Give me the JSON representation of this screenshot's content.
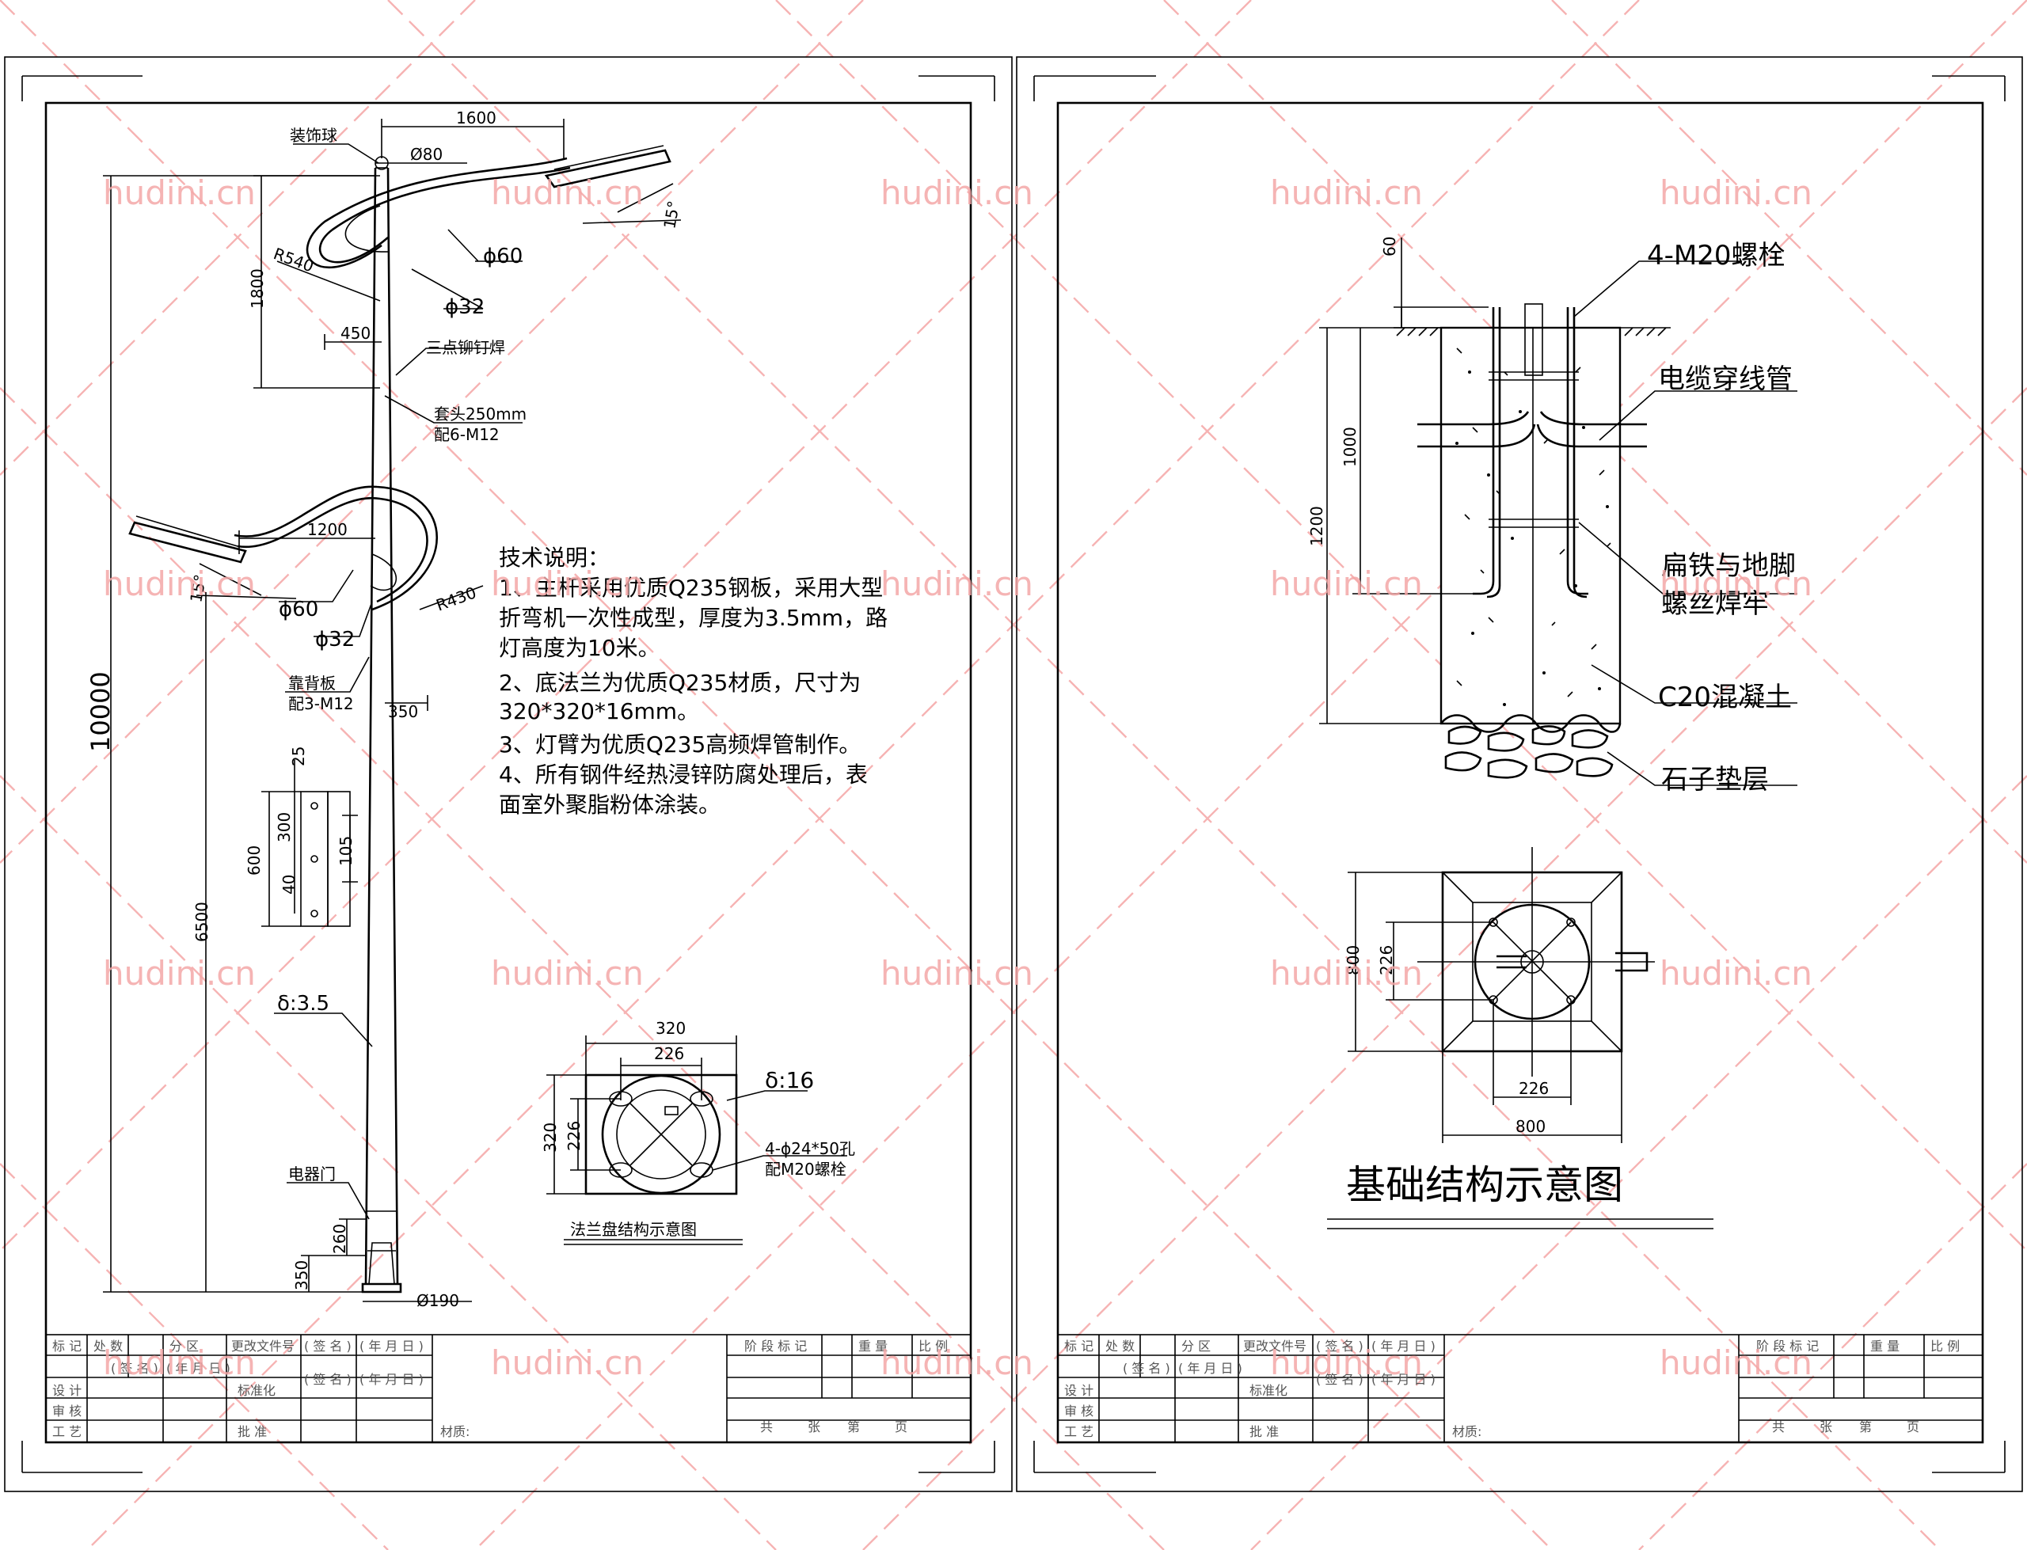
{
  "left_sheet": {
    "labels": {
      "decor_ball": "装饰球",
      "dim_1600": "1600",
      "d80": "Ø80",
      "angle_15_top": "15°",
      "phi60_top": "ϕ60",
      "phi32_top": "ϕ32",
      "r540": "R540",
      "dim_1800": "1800",
      "dim_450": "450",
      "weld": "三点铆钉焊",
      "sleeve": "套头250mm",
      "sleeve_bolt": "配6-M12",
      "dim_1200": "1200",
      "angle_15_low": "15°",
      "phi60_low": "ϕ60",
      "phi32_low": "ϕ32",
      "r430": "R430",
      "backplate": "靠背板",
      "backplate_bolt": "配3-M12",
      "dim_350_arm": "350",
      "total_height": "10000",
      "dim_25": "25",
      "dim_300": "300",
      "dim_600": "600",
      "dim_105": "105",
      "dim_40": "40",
      "dim_6500": "6500",
      "thickness": "δ:3.5",
      "door": "电器门",
      "dim_260": "260",
      "dim_350_base": "350",
      "d190": "Ø190"
    },
    "notes": {
      "title": "技术说明：",
      "lines": [
        "1、主杆采用优质Q235钢板，采用大型",
        "折弯机一次性成型，厚度为3.5mm，路",
        "灯高度为10米。",
        "2、底法兰为优质Q235材质，尺寸为",
        "320*320*16mm。",
        "3、灯臂为优质Q235高频焊管制作。",
        "4、所有钢件经热浸锌防腐处理后，表",
        "面室外聚脂粉体涂装。"
      ]
    },
    "flange": {
      "dim_320_w": "320",
      "dim_226_w": "226",
      "dim_320_h": "320",
      "dim_226_h": "226",
      "thickness": "δ:16",
      "holes": "4-ϕ24*50孔",
      "bolts": "配M20螺栓",
      "caption": "法兰盘结构示意图"
    }
  },
  "right_sheet": {
    "labels": {
      "bolts": "4-M20螺栓",
      "cable_pipe": "电缆穿线管",
      "flat_iron_1": "扁铁与地脚",
      "flat_iron_2": "螺丝焊牢",
      "concrete": "C20混凝土",
      "gravel": "石子垫层",
      "dim_60": "60",
      "dim_1000": "1000",
      "dim_1200": "1200",
      "plan_800_v": "800",
      "plan_226_v": "226",
      "plan_226_h": "226",
      "plan_800_h": "800"
    },
    "caption": "基础结构示意图"
  },
  "title_block": {
    "row1": [
      "标 记",
      "处 数",
      "分 区",
      "更改文件号",
      "( 签 名 )",
      "( 年 月 日 )"
    ],
    "row2": [
      "设  计",
      "( 签 名 )",
      "( 年 月 日 )",
      "标准化",
      "( 签 名 )",
      "( 年 月 日 )"
    ],
    "row3": [
      "审  核"
    ],
    "row4": [
      "工  艺",
      "批  准"
    ],
    "stage": [
      "阶 段 标 记",
      "重 量",
      "比 例"
    ],
    "material": "材质:",
    "pages": [
      "共",
      "张",
      "第",
      "页"
    ]
  },
  "watermark": "hudini.cn"
}
